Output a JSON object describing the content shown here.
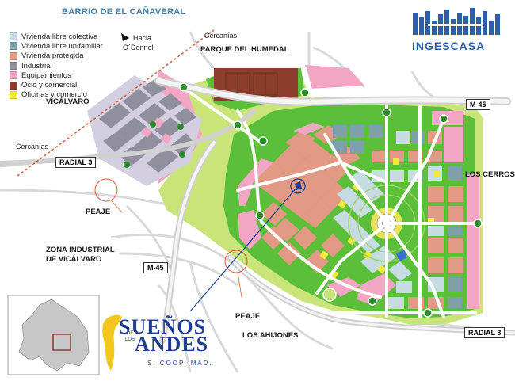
{
  "title": "BARRIO DE EL CAÑAVERAL",
  "legend": [
    {
      "label": "Vivienda libre colectiva",
      "color": "#c7dbe3"
    },
    {
      "label": "Vivienda libre unifamiliar",
      "color": "#7f9fa9"
    },
    {
      "label": "Vivienda protegida",
      "color": "#e29a85"
    },
    {
      "label": "Industrial",
      "color": "#8f8f9e"
    },
    {
      "label": "Equipamientos",
      "color": "#f2a6c3"
    },
    {
      "label": "Ocio y comercial",
      "color": "#8a3d2a"
    },
    {
      "label": "Oficinas y comercio",
      "color": "#f3e93a"
    }
  ],
  "labels": {
    "hacia_1": "Hacia",
    "hacia_2": "O´Donnell",
    "cercanias_top": "Cercanías",
    "parque": "PARQUE DEL HUMEDAL",
    "vicalvaro": "VICÁLVARO",
    "cercanias_left": "Cercanías",
    "los_cerros": "LOS CERROS",
    "peaje_1": "PEAJE",
    "zona_1": "ZONA INDUSTRIAL",
    "zona_2": "DE VICÁLVARO",
    "peaje_2": "PEAJE",
    "ahijones": "LOS AHIJONES"
  },
  "road_signs": {
    "radial3_left": "RADIAL 3",
    "m45_right": "M-45",
    "m45_left": "M-45",
    "radial3_right": "RADIAL 3"
  },
  "logos": {
    "ingescasa": "INGESCASA",
    "suenos": "SUEÑOS",
    "de": "DE",
    "los": "LOS",
    "andes": "ANDES",
    "coop": "S. COOP. MAD."
  },
  "colors": {
    "park_green": "#5cbf3a",
    "light_green": "#c9e57a",
    "road_grey": "#d8d8d8",
    "pink": "#f2a6c3"
  }
}
